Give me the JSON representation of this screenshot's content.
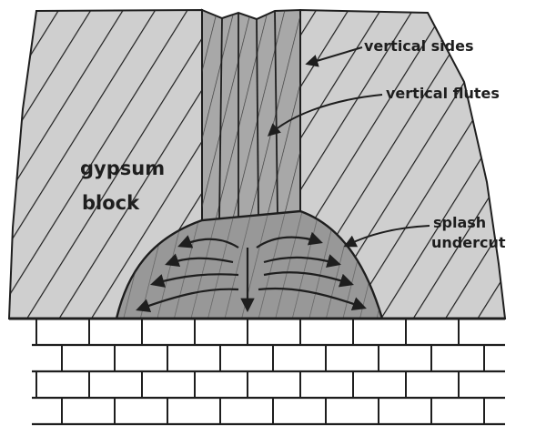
{
  "figure": {
    "labels": {
      "gypsum_line1": "gypsum",
      "gypsum_line2": "block",
      "vertical_sides": "vertical sides",
      "vertical_flutes": "vertical flutes",
      "splash_line1": "splash",
      "splash_line2": "undercut"
    },
    "colors": {
      "gypsum_fill": "#cfcfcf",
      "cavity_fill": "#a8a8a8",
      "undercut_fill": "#989898",
      "hatch": "#1e1e1e",
      "brick_fill": "#ffffff",
      "outline": "#1e1e1e"
    },
    "features": [
      "gypsum block",
      "vertical shaft",
      "splash undercut",
      "brick layer"
    ]
  }
}
